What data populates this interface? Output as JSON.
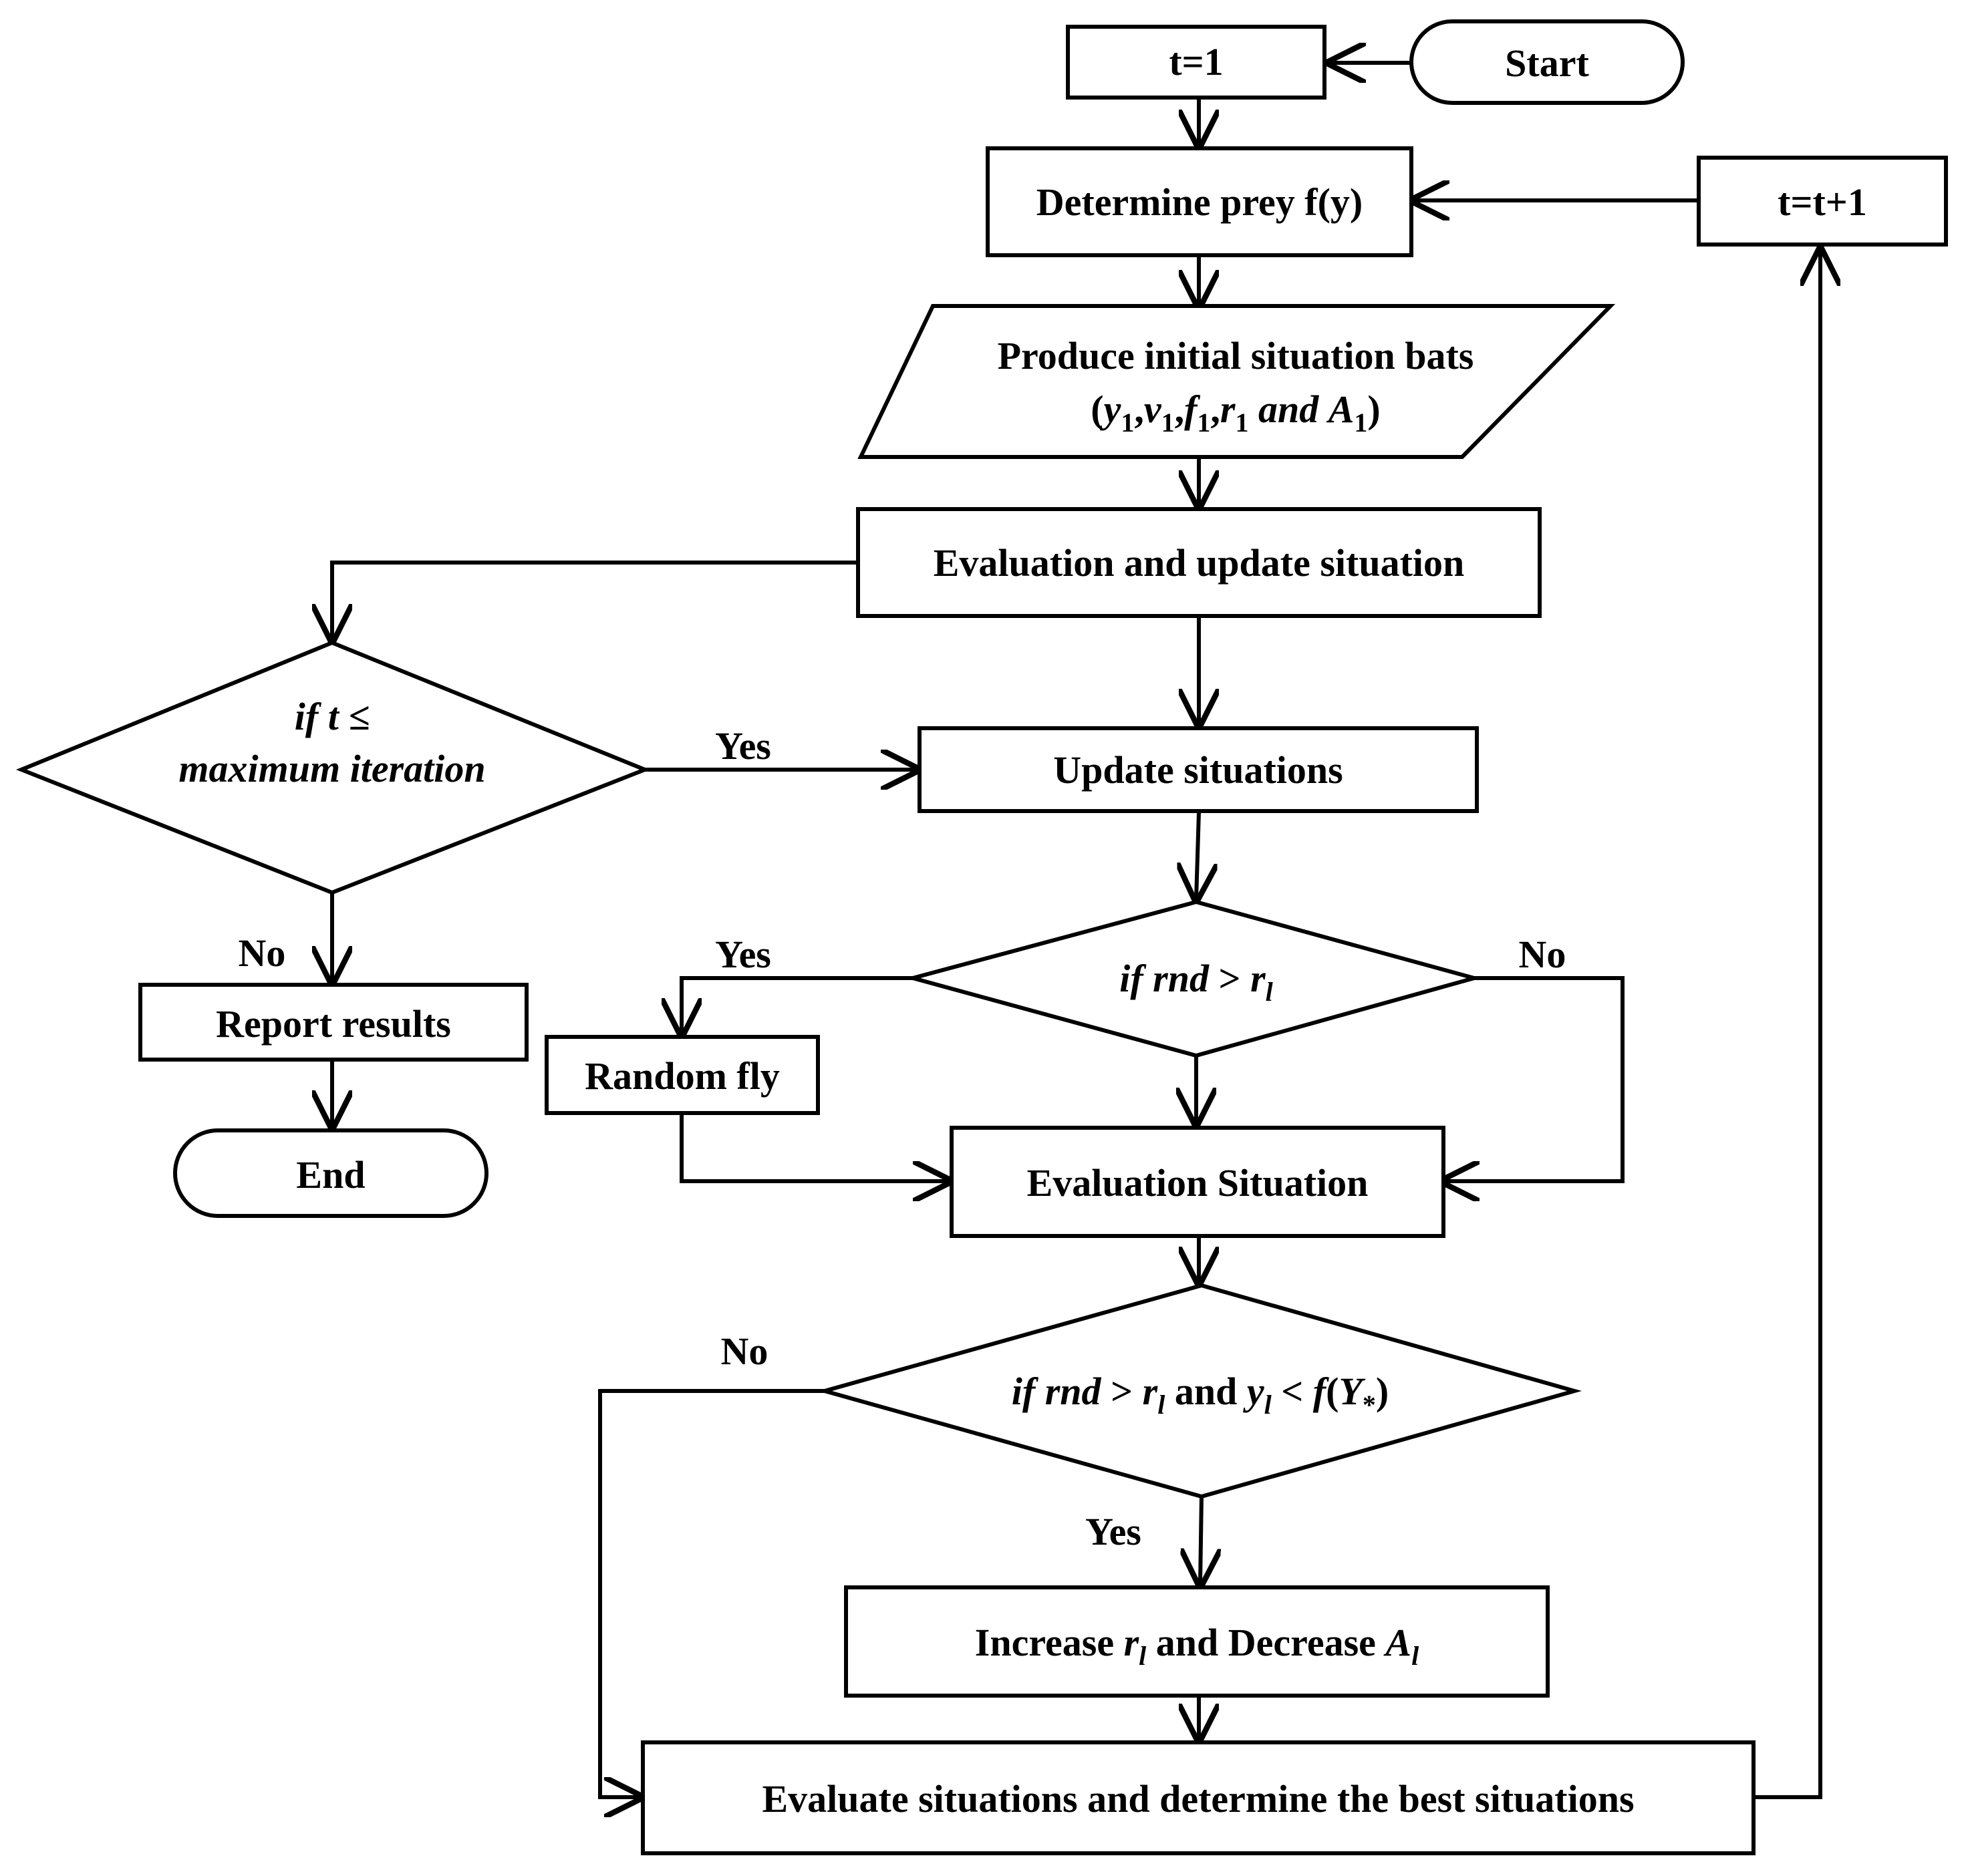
{
  "nodes": {
    "t1": "t=1",
    "start": "Start",
    "determine_prey": "Determine prey f(y)",
    "t_increment": "t=t+1",
    "produce_line1": "Produce initial situation bats",
    "produce_line2": {
      "open": "(",
      "y": "y",
      "v": "v",
      "f": "f",
      "r": "r",
      "and": "and",
      "A": "A",
      "sub": "1",
      "comma": ",",
      "close": ")"
    },
    "eval_update": "Evaluation  and update situation",
    "decision_max": {
      "line1_if": "if t",
      "line1_le": "≤",
      "line2": "maximum iteration"
    },
    "update_situations": "Update situations",
    "decision_rnd": {
      "ifrnd": "if rnd",
      "gt": ">",
      "r": "r",
      "sub": "l"
    },
    "random_fly": "Random fly",
    "evaluation_situation": "Evaluation Situation",
    "decision_rnd2": {
      "ifrnd": "if rnd",
      "gt": ">",
      "r": "r",
      "sub": "l",
      "and": "and",
      "y": "y",
      "lt": "<",
      "f": "f",
      "open": "(",
      "Y": "Y",
      "ysub": "*",
      "close": ")"
    },
    "increase_decrease": {
      "increase": "Increase",
      "r": "r",
      "sub": "l",
      "and_decrease": "and Decrease",
      "A": "A",
      "asub": "l"
    },
    "evaluate_best": "Evaluate situations and determine the best situations",
    "report_results": "Report results",
    "end": "End"
  },
  "edge_labels": {
    "max_yes": "Yes",
    "max_no": "No",
    "rnd_yes": "Yes",
    "rnd_no": "No",
    "rnd2_no": "No",
    "rnd2_yes": "Yes"
  }
}
